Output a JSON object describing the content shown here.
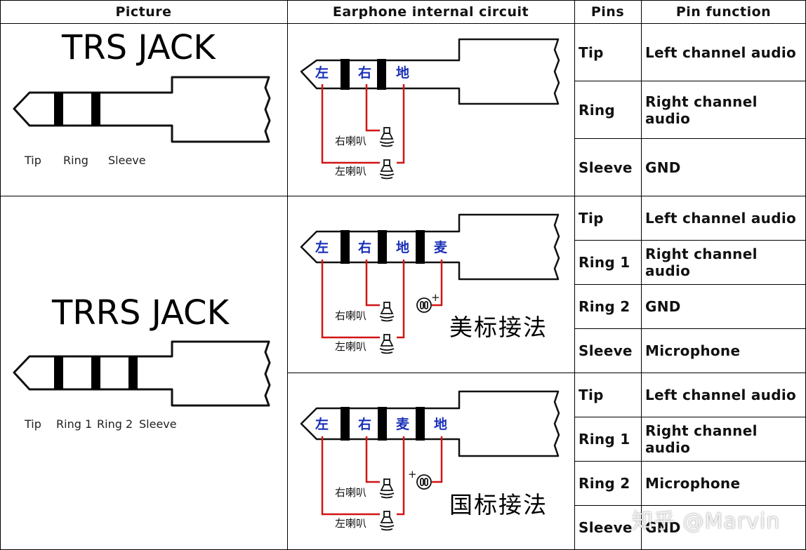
{
  "headers": {
    "picture": "Picture",
    "circuit": "Earphone internal circuit",
    "pins": "Pins",
    "pin_function": "Pin function"
  },
  "trs": {
    "title": "TRS JACK",
    "labels": [
      "Tip",
      "Ring",
      "Sleeve"
    ],
    "circuit_chars": [
      "左",
      "右",
      "地"
    ],
    "speaker_right": "右喇叭",
    "speaker_left": "左喇叭",
    "rows": [
      {
        "pin": "Tip",
        "function": "Left channel audio"
      },
      {
        "pin": "Ring",
        "function": "Right channel audio"
      },
      {
        "pin": "Sleeve",
        "function": "GND"
      }
    ]
  },
  "trrs": {
    "title": "TRRS JACK",
    "labels": [
      "Tip",
      "Ring 1",
      "Ring 2",
      "Sleeve"
    ],
    "american": {
      "circuit_chars": [
        "左",
        "右",
        "地",
        "麦"
      ],
      "speaker_right": "右喇叭",
      "speaker_left": "左喇叭",
      "mic_plus": "+",
      "standard_label": "美标接法",
      "rows": [
        {
          "pin": "Tip",
          "function": "Left channel audio"
        },
        {
          "pin": "Ring 1",
          "function": "Right channel audio"
        },
        {
          "pin": "Ring 2",
          "function": "GND"
        },
        {
          "pin": "Sleeve",
          "function": "Microphone"
        }
      ]
    },
    "national": {
      "circuit_chars": [
        "左",
        "右",
        "麦",
        "地"
      ],
      "speaker_right": "右喇叭",
      "speaker_left": "左喇叭",
      "mic_plus": "+",
      "standard_label": "国标接法",
      "rows": [
        {
          "pin": "Tip",
          "function": "Left channel audio"
        },
        {
          "pin": "Ring 1",
          "function": "Right channel audio"
        },
        {
          "pin": "Ring 2",
          "function": "Microphone"
        },
        {
          "pin": "Sleeve",
          "function": "GND"
        }
      ]
    }
  },
  "watermark": "知乎 @Marvin",
  "colors": {
    "wire": "#d21414",
    "chinese_label": "#1a30b8",
    "band": "#000000"
  }
}
